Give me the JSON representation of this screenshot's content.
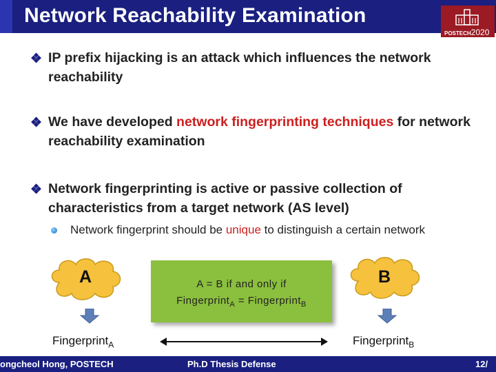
{
  "slide": {
    "title": "Network Reachability Examination",
    "logo": {
      "name": "POSTECH",
      "year": "2020"
    },
    "bullets": [
      {
        "text": "IP prefix hijacking is an attack which influences the network reachability"
      },
      {
        "pre": "We have developed ",
        "highlight": "network fingerprinting techniques",
        "post": " for network reachability examination"
      },
      {
        "text": "Network fingerprinting is active or passive collection of characteristics from a target network (AS level)"
      }
    ],
    "sub_bullet": {
      "pre": "Network fingerprint should be ",
      "highlight": "unique",
      "post": " to distinguish a certain network"
    },
    "diagram": {
      "node_a": "A",
      "node_b": "B",
      "condition_line1": "A = B if and only if",
      "fp_a_base": "Fingerprint",
      "fp_a_sub": "A",
      "equals": " = ",
      "fp_b_base": "Fingerprint",
      "fp_b_sub": "B"
    },
    "footer": {
      "author": "ongcheol Hong, POSTECH",
      "center": "Ph.D Thesis Defense",
      "page": "12/"
    }
  },
  "colors": {
    "title_bar": "#1a1f80",
    "accent_red": "#cc1f1f",
    "cloud": "#f6c13c",
    "box": "#8bbf3e",
    "arrow": "#5b7fb6"
  }
}
